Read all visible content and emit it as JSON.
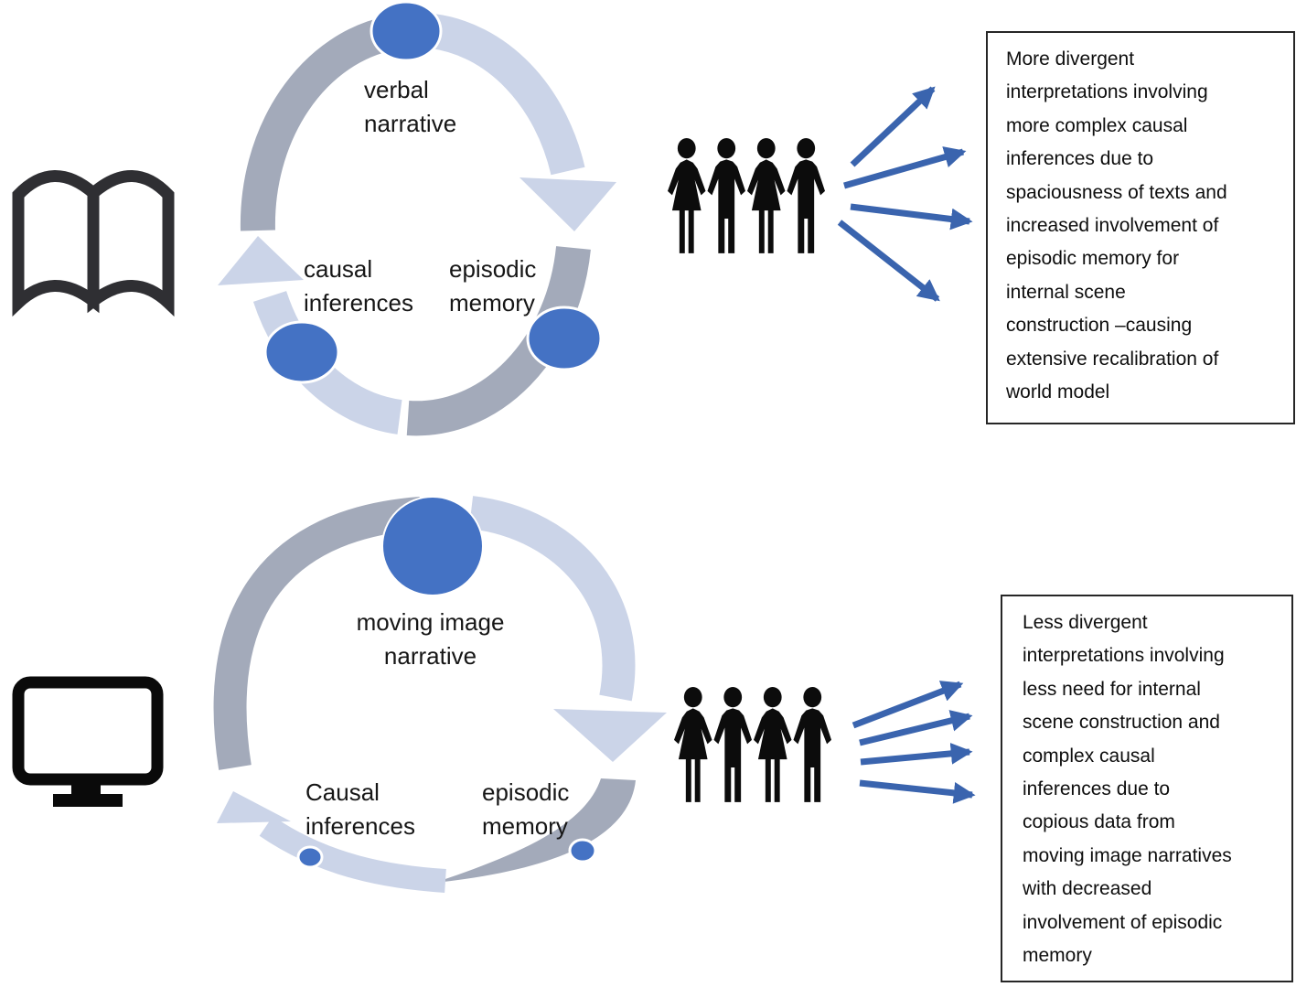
{
  "figure": {
    "top_row": {
      "medium_icon": "open-book-icon",
      "cycle": {
        "top_node_label": "verbal narrative",
        "left_node_label": "causal inferences",
        "right_node_label": "episodic memory"
      },
      "audience_icon": "four-people-holding-hands-icon",
      "outcome_box_lines": [
        "More divergent",
        "interpretations involving",
        "more complex causal",
        "inferences due to",
        "spaciousness of texts and",
        "increased involvement of",
        "episodic memory for",
        "internal scene",
        "construction –causing",
        "extensive recalibration of",
        "world model"
      ]
    },
    "bottom_row": {
      "medium_icon": "monitor-icon",
      "cycle": {
        "top_node_label": "moving image narrative",
        "left_node_label": "Causal inferences",
        "right_node_label": "episodic memory"
      },
      "audience_icon": "four-people-holding-hands-icon",
      "outcome_box_lines": [
        "Less divergent",
        "interpretations involving",
        "less need for internal",
        "scene construction and",
        "complex causal",
        "inferences due to",
        "copious data from",
        "moving image narratives",
        "with decreased",
        "involvement of episodic",
        "memory"
      ]
    },
    "colors": {
      "node_blue": "#4472C4",
      "arc_gray": "#A3AABA",
      "arc_light": "#CBD4E8",
      "arrow_blue": "#3A64AE",
      "icon_black": "#141414"
    }
  }
}
